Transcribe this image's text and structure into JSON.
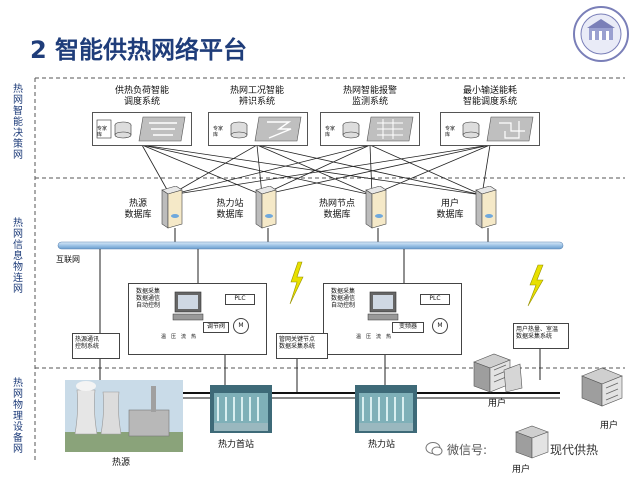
{
  "title": "2 智能供热网络平台",
  "layers": {
    "decision": "热网智能决策网",
    "iot": "热网信息物连网",
    "physical": "热网物理设备网"
  },
  "systems": [
    {
      "label_line1": "供热负荷智能",
      "label_line2": "调度系统",
      "expert": "专家库"
    },
    {
      "label_line1": "热网工况智能",
      "label_line2": "辨识系统",
      "expert": "专家库"
    },
    {
      "label_line1": "热网智能报警",
      "label_line2": "监测系统",
      "expert": "专家库"
    },
    {
      "label_line1": "最小输送能耗",
      "label_line2": "智能调度系统",
      "expert": "专家库"
    }
  ],
  "databases": [
    {
      "line1": "热源",
      "line2": "数据库"
    },
    {
      "line1": "热力站",
      "line2": "数据库"
    },
    {
      "line1": "热网节点",
      "line2": "数据库"
    },
    {
      "line1": "用户",
      "line2": "数据库"
    }
  ],
  "internet_label": "互联网",
  "station_panels": [
    {
      "line1": "数据采集",
      "line2": "数据通信",
      "line3": "自动控制",
      "inverter": "调节阀",
      "motor": "M",
      "plc": "PLC",
      "v1": "温",
      "v2": "压",
      "v3": "流",
      "v4": "热"
    },
    {
      "line1": "数据采集",
      "line2": "数据通信",
      "line3": "自动控制",
      "inverter": "变频器",
      "motor": "M",
      "plc": "PLC",
      "v1": "温",
      "v2": "压",
      "v3": "流",
      "v4": "热"
    }
  ],
  "source_ctrl": {
    "line1": "热源通讯",
    "line2": "控制系统"
  },
  "node_ctrl": {
    "line1": "管网关键节点",
    "line2": "数据采集系统"
  },
  "user_ctrl": {
    "line1": "用户热量、室温",
    "line2": "数据采集系统"
  },
  "sites": {
    "source": "热源",
    "first_station": "热力首站",
    "station": "热力站",
    "user1": "用户",
    "user2": "用户",
    "user3": "用户"
  },
  "watermark": "微信号: ",
  "watermark_brand": "现代供热",
  "colors": {
    "title": "#1f3d7a",
    "bus": "#9dc3e6",
    "dashed": "#555555",
    "lightning": "#e8e000"
  }
}
